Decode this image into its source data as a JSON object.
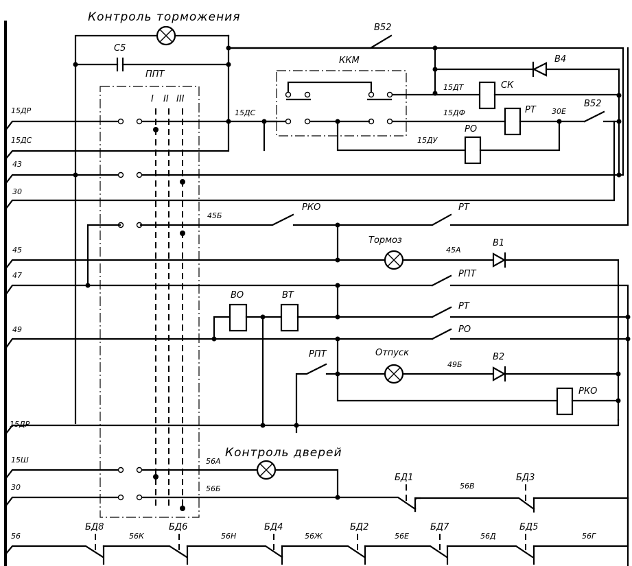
{
  "diagram": {
    "type": "electrical-schematic",
    "titles": {
      "braking_control": "Контроль торможения",
      "door_control": "Контроль дверей"
    },
    "wire_labels": {
      "w15DR": "15ДР",
      "w15DS": "15ДС",
      "w43": "43",
      "w30": "30",
      "w45": "45",
      "w47": "47",
      "w49": "49",
      "w15DR_2": "15ДР",
      "w15Sh": "15Ш",
      "w30_2": "30",
      "w56": "56",
      "w15DS_mid": "15ДС",
      "w15DT": "15ДТ",
      "w15DF": "15ДФ",
      "w15DU": "15ДУ",
      "w30E": "30Е",
      "w45B": "45Б",
      "w45A": "45А",
      "w49B": "49Б",
      "w56A": "56А",
      "w56B": "56Б",
      "w56V": "56В",
      "w56K": "56К",
      "w56N": "56Н",
      "w56Zh": "56Ж",
      "w56E": "56Е",
      "w56D": "56Д",
      "w56G": "56Г"
    },
    "components": {
      "C5": "С5",
      "PPT": "ППТ",
      "pos1": "I",
      "pos2": "II",
      "pos3": "III",
      "KKM": "ККМ",
      "B52_top": "В52",
      "B52_right": "В52",
      "B4": "В4",
      "SK": "СК",
      "RT_coil": "РТ",
      "RO_coil": "РО",
      "RKO_contact": "РКО",
      "RT_contact_1": "РТ",
      "lamp_brake": "Тормоз",
      "B1": "В1",
      "RPT_contact_1": "РПТ",
      "VO": "ВО",
      "VT": "ВТ",
      "RT_contact_2": "РТ",
      "RO_contact": "РО",
      "RPT_contact_2": "РПТ",
      "lamp_release": "Отпуск",
      "B2": "В2",
      "RKO_coil": "РКО",
      "BD1": "БД1",
      "BD3": "БД3",
      "BD8": "БД8",
      "BD6": "БД6",
      "BD4": "БД4",
      "BD2": "БД2",
      "BD7": "БД7",
      "BD5": "БД5"
    }
  }
}
